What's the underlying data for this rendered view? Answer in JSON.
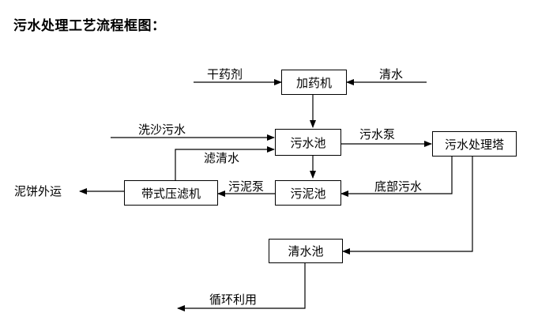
{
  "title": "污水处理工艺流程框图：",
  "nodes": {
    "dosing_machine": "加药机",
    "sewage_pool": "污水池",
    "treatment_tower": "污水处理塔",
    "sludge_pool": "污泥池",
    "belt_filter_press": "带式压滤机",
    "clear_water_pool": "清水池"
  },
  "labels": {
    "dry_agent": "干药剂",
    "clear_water_in": "清水",
    "sand_wash_water": "洗沙污水",
    "sewage_pump": "污水泵",
    "filtered_water": "滤清水",
    "sludge_pump": "污泥泵",
    "bottom_sewage": "底部污水",
    "mud_cake_out": "泥饼外运",
    "recycle": "循环利用"
  }
}
